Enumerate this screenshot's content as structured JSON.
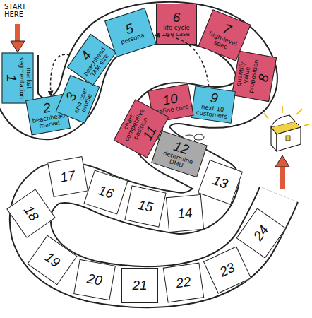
{
  "diagram": {
    "nodes": [
      {
        "text": [
          "1",
          "market segmentation"
        ]
      },
      {
        "text": [
          "2",
          "beachhead market"
        ]
      },
      {
        "text": [
          "3",
          "end user profile"
        ]
      },
      {
        "text": [
          "4",
          "beachhead TAM size"
        ]
      },
      {
        "text": [
          "5",
          "persona"
        ]
      },
      {
        "text": [
          "6",
          "life cycle use case"
        ]
      },
      {
        "text": [
          "7",
          "high-level spec"
        ]
      },
      {
        "text": [
          "8",
          "quantify value proposition"
        ]
      },
      {
        "text": [
          "9",
          "next 10 customers"
        ]
      },
      {
        "text": [
          "10",
          "define core"
        ]
      },
      {
        "text": [
          "11",
          "chart competitive position"
        ]
      },
      {
        "text": [
          "12",
          "determine DMU"
        ]
      },
      {
        "text": [
          "13"
        ]
      },
      {
        "text": [
          "14"
        ]
      },
      {
        "text": [
          "15"
        ]
      },
      {
        "text": [
          "16"
        ]
      },
      {
        "text": [
          "17"
        ]
      },
      {
        "text": [
          "18"
        ]
      },
      {
        "text": [
          "19"
        ]
      },
      {
        "text": [
          "20"
        ]
      },
      {
        "text": [
          "21"
        ]
      },
      {
        "text": [
          "22"
        ]
      },
      {
        "text": [
          "23"
        ]
      },
      {
        "text": [
          "24"
        ]
      }
    ],
    "edges": [
      {
        "from": 3,
        "to": 1,
        "arrow": "to"
      },
      {
        "from": 8,
        "to": 4,
        "arrow": "to"
      }
    ],
    "labels": [
      "START HERE"
    ]
  }
}
